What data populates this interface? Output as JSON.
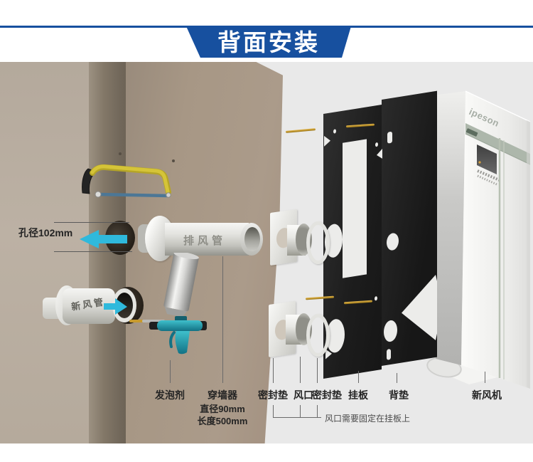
{
  "header": {
    "title": "背面安装"
  },
  "callouts": {
    "hole_diameter": "孔径102mm",
    "exhaust_pipe": "排风管",
    "fresh_pipe": "新风管",
    "note": "风口需要固定在挂板上"
  },
  "parts": {
    "foam": {
      "label": "发泡剂"
    },
    "sleeve": {
      "label": "穿墙器",
      "spec_diameter": "直径90mm",
      "spec_length": "长度500mm"
    },
    "gasket1": {
      "label": "密封垫"
    },
    "vent": {
      "label": "风口"
    },
    "gasket2": {
      "label": "密封垫"
    },
    "plate": {
      "label": "挂板"
    },
    "backpad": {
      "label": "背垫"
    },
    "unit": {
      "label": "新风机"
    }
  },
  "unit": {
    "brand": "ipeson"
  },
  "colors": {
    "banner_blue": "#17509f",
    "arrow_cyan": "#2fb9dc",
    "wall_tan": "#a89886",
    "plate_black": "#1d1d1d",
    "unit_green_band": "#adb7ab",
    "background_gray": "#e9e9e9"
  }
}
